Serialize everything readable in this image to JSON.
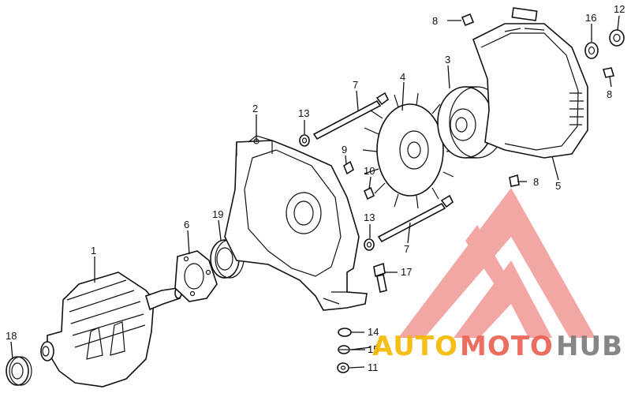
{
  "callouts": {
    "p1": "1",
    "p2": "2",
    "p3": "3",
    "p4": "4",
    "p5": "5",
    "p6": "6",
    "p7a": "7",
    "p7b": "7",
    "p8a": "8",
    "p8b": "8",
    "p8c": "8",
    "p9": "9",
    "p10": "10",
    "p11": "11",
    "p12": "12",
    "p13a": "13",
    "p13b": "13",
    "p14": "14",
    "p15": "15",
    "p16": "16",
    "p17": "17",
    "p18": "18",
    "p19": "19"
  },
  "watermark": {
    "text_auto": "AUTO",
    "text_moto": "MOTO",
    "text_hub": "HUB",
    "colors": {
      "logo": "#f08a86",
      "auto": "#f5b700",
      "moto": "#e8604f",
      "hub": "#7a7a7a"
    }
  }
}
